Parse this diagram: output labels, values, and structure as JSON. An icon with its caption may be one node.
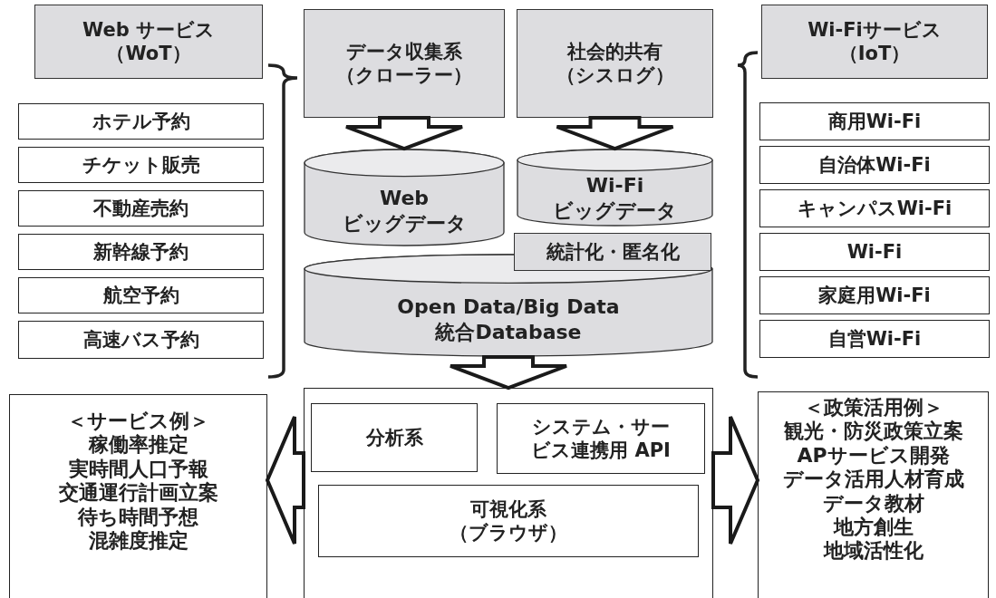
{
  "diagram": {
    "nodes": [
      {
        "text": [
          "Web サービス",
          "（WoT）"
        ]
      },
      {
        "text": [
          "ホテル予約"
        ]
      },
      {
        "text": [
          "チケット販売"
        ]
      },
      {
        "text": [
          "不動産売約"
        ]
      },
      {
        "text": [
          "新幹線予約"
        ]
      },
      {
        "text": [
          "航空予約"
        ]
      },
      {
        "text": [
          "高速バス予約"
        ]
      },
      {
        "text": [
          "データ収集系",
          "（クローラー）"
        ]
      },
      {
        "text": [
          "社会的共有",
          "（シスログ）"
        ]
      },
      {
        "text": [
          "Web",
          "ビッグデータ"
        ]
      },
      {
        "text": [
          "Wi-Fi",
          "ビッグデータ"
        ]
      },
      {
        "text": [
          "統計化・匿名化"
        ]
      },
      {
        "text": [
          "Open Data/Big Data",
          "統合Database"
        ]
      },
      {
        "text": [],
        "shape": "box"
      },
      {
        "text": [
          "分析系"
        ],
        "in": 13
      },
      {
        "text": [
          "システム・サービス連携用 API"
        ],
        "in": 13
      },
      {
        "text": [
          "可視化系",
          "（ブラウザ）"
        ],
        "in": 13
      },
      {
        "text": [
          "Wi-Fiサービス",
          "（IoT）"
        ]
      },
      {
        "text": [
          "商用Wi-Fi"
        ]
      },
      {
        "text": [
          "自治体Wi-Fi"
        ]
      },
      {
        "text": [
          "キャンパスWi-Fi"
        ]
      },
      {
        "text": [
          "Wi-Fi"
        ]
      },
      {
        "text": [
          "家庭用Wi-Fi"
        ]
      },
      {
        "text": [
          "自営Wi-Fi"
        ]
      },
      {
        "text": [
          "＜サービス例＞",
          "稼働率推定",
          "実時間人口予報",
          "交通運行計画立案",
          "待ち時間予想",
          "混雑度推定"
        ]
      },
      {
        "text": [
          "＜政策活用例＞",
          "観光・防災政策立案",
          "APサービス開発",
          "データ活用人材育成",
          "データ教材",
          "地方創生",
          "地域活性化"
        ]
      }
    ],
    "edges": [
      {
        "from": 7,
        "to": 9,
        "arrow": "to"
      },
      {
        "from": 8,
        "to": 10,
        "arrow": "to"
      },
      {
        "from": 12,
        "to": 13,
        "arrow": "to"
      },
      {
        "from": 13,
        "to": 24,
        "arrow": "to"
      },
      {
        "from": 13,
        "to": 25,
        "arrow": "to"
      }
    ]
  }
}
